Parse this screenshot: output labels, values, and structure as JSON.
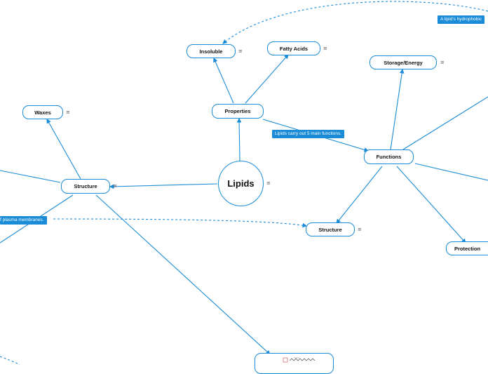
{
  "map": {
    "center": "Lipids",
    "nodes": {
      "properties": "Properties",
      "insoluble": "Insoluble",
      "fatty_acids": "Fatty Acids",
      "functions": "Functions",
      "storage_energy": "Storage/Energy",
      "structure_left": "Structure",
      "waxes": "Waxes",
      "structure_right": "Structure",
      "protection": "Protection"
    },
    "labels": {
      "functions_count": "Lipids carry out 5 main functions.",
      "hydrophobic": "A lipid's hydrophobic",
      "plasma": "f plasma membranes."
    },
    "note_icon": "≡",
    "colors": {
      "accent": "#1a8bd6",
      "node_border": "#1a8bd6",
      "label_bg": "#1a8bd6"
    }
  }
}
